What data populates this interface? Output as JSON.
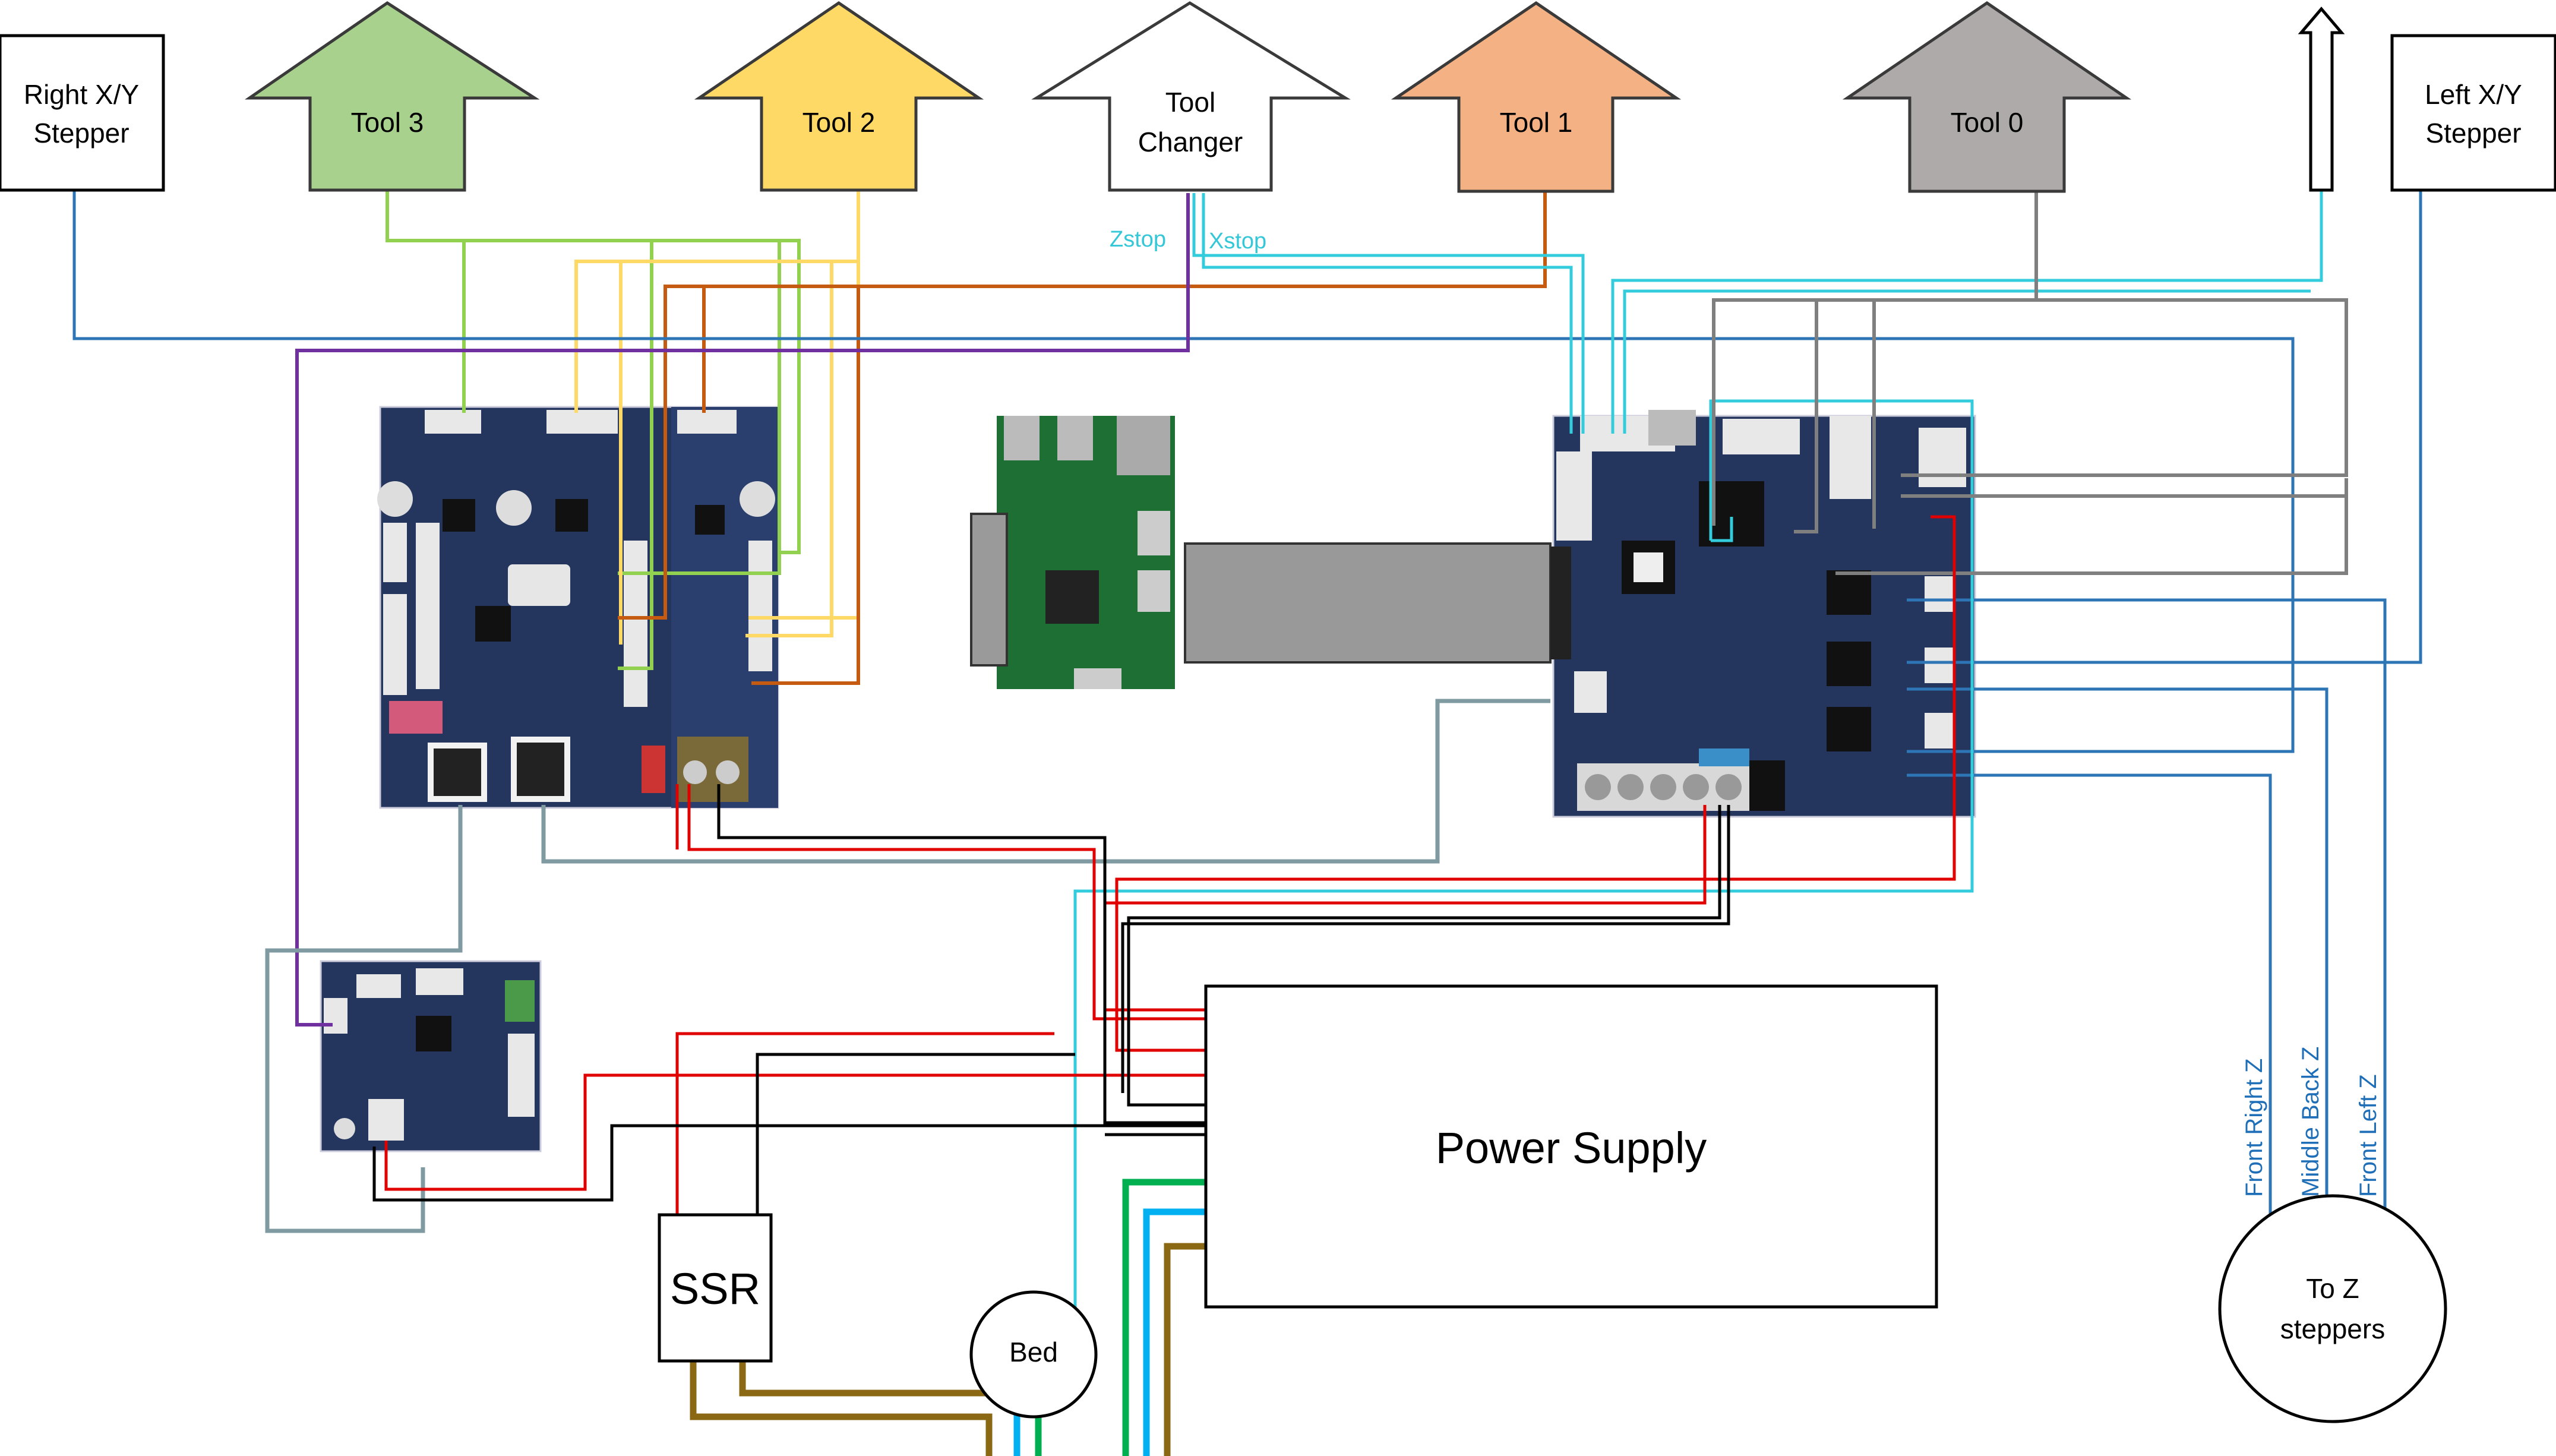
{
  "labels": {
    "right_xy_line1": "Right X/Y",
    "right_xy_line2": "Stepper",
    "left_xy_line1": "Left X/Y",
    "left_xy_line2": "Stepper",
    "tool3": "Tool 3",
    "tool2": "Tool 2",
    "tool_changer_line1": "Tool",
    "tool_changer_line2": "Changer",
    "tool1": "Tool 1",
    "tool0": "Tool 0",
    "zstop": "Zstop",
    "xstop": "Xstop",
    "power_supply": "Power Supply",
    "ssr": "SSR",
    "bed": "Bed",
    "to_z_line1": "To Z",
    "to_z_line2": "steppers",
    "front_right_z": "Front Right Z",
    "middle_back_z": "Middle Back Z",
    "front_left_z": "Front Left Z"
  },
  "colors": {
    "tool3": "#a9d18e",
    "tool2": "#ffd966",
    "tool1": "#f4b183",
    "tool0": "#aeaaaa",
    "green_wire": "#92d050",
    "yellow_wire": "#ffd966",
    "orange_wire": "#c55a11",
    "blue_wire": "#2e75b6",
    "purple_wire": "#7030a0",
    "cyan_wire": "#33ccdd",
    "gray_wire": "#7f7f7f",
    "slate_wire": "#7f9aa0",
    "red_wire": "#e00000",
    "black_wire": "#000000",
    "brown_wire": "#8b6914",
    "board_blue": "#24365e"
  }
}
